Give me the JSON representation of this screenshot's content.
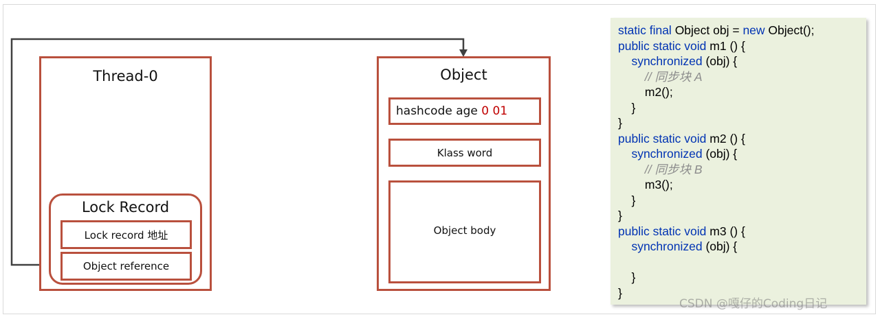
{
  "thread": {
    "title": "Thread-0",
    "lock_record": {
      "title": "Lock Record",
      "address_label": "Lock record 地址",
      "reference_label": "Object reference"
    }
  },
  "object": {
    "title": "Object",
    "header_text": "hashcode age ",
    "header_bits": "0 01",
    "klass_word": "Klass word",
    "body": "Object body"
  },
  "code": {
    "lines": [
      [
        {
          "t": "static final ",
          "k": "kw"
        },
        {
          "t": "Object obj = ",
          "k": ""
        },
        {
          "t": "new ",
          "k": "kw"
        },
        {
          "t": "Object();",
          "k": ""
        }
      ],
      [
        {
          "t": "public static void ",
          "k": "kw"
        },
        {
          "t": "m1 () {",
          "k": ""
        }
      ],
      [
        {
          "t": "    ",
          "k": ""
        },
        {
          "t": "synchronized ",
          "k": "kw"
        },
        {
          "t": "(obj) {",
          "k": ""
        }
      ],
      [
        {
          "t": "        ",
          "k": ""
        },
        {
          "t": "// 同步块 A",
          "k": "cm"
        }
      ],
      [
        {
          "t": "        m2();",
          "k": ""
        }
      ],
      [
        {
          "t": "    }",
          "k": ""
        }
      ],
      [
        {
          "t": "}",
          "k": ""
        }
      ],
      [
        {
          "t": "public static void ",
          "k": "kw"
        },
        {
          "t": "m2 () {",
          "k": ""
        }
      ],
      [
        {
          "t": "    ",
          "k": ""
        },
        {
          "t": "synchronized ",
          "k": "kw"
        },
        {
          "t": "(obj) {",
          "k": ""
        }
      ],
      [
        {
          "t": "        ",
          "k": ""
        },
        {
          "t": "// 同步块 B",
          "k": "cm"
        }
      ],
      [
        {
          "t": "        m3();",
          "k": ""
        }
      ],
      [
        {
          "t": "    }",
          "k": ""
        }
      ],
      [
        {
          "t": "}",
          "k": ""
        }
      ],
      [
        {
          "t": "public static void ",
          "k": "kw"
        },
        {
          "t": "m3 () {",
          "k": ""
        }
      ],
      [
        {
          "t": "    ",
          "k": ""
        },
        {
          "t": "synchronized ",
          "k": "kw"
        },
        {
          "t": "(obj) {",
          "k": ""
        }
      ],
      [
        {
          "t": "",
          "k": ""
        }
      ],
      [
        {
          "t": "    }",
          "k": ""
        }
      ],
      [
        {
          "t": "}",
          "k": ""
        }
      ]
    ]
  },
  "watermark": "CSDN @嘎仔的Coding日记",
  "colors": {
    "box_border": "#b9503d",
    "keyword": "#0033b3",
    "bits": "#c00000",
    "code_bg": "#ebf1de",
    "arrow": "#404040"
  }
}
